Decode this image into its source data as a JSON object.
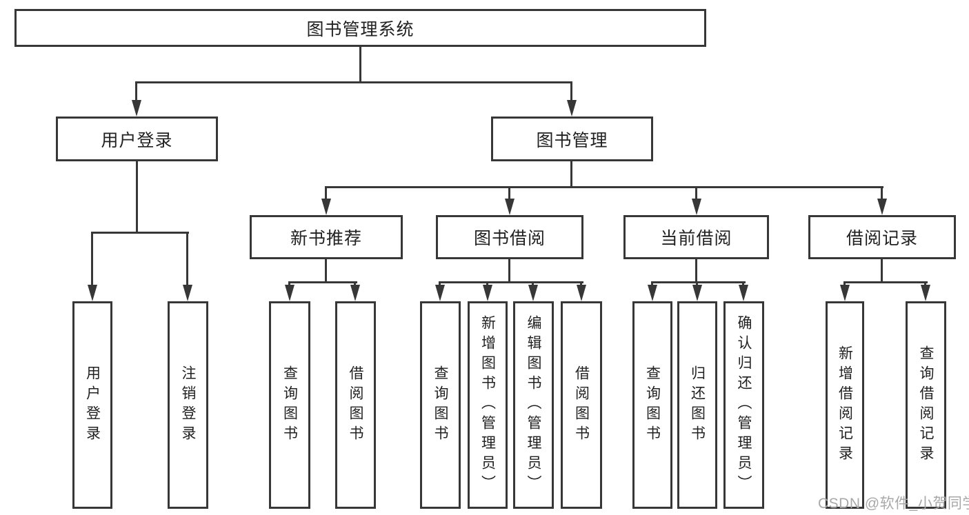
{
  "diagram": {
    "root": {
      "label": "图书管理系统"
    },
    "branches": [
      {
        "label": "用户登录",
        "children": [
          "用户登录",
          "注销登录"
        ]
      },
      {
        "label": "图书管理",
        "children": [
          {
            "label": "新书推荐",
            "children": [
              "查询图书",
              "借阅图书"
            ]
          },
          {
            "label": "图书借阅",
            "children": [
              "查询图书",
              "新增图书（管理员）",
              "编辑图书（管理员）",
              "借阅图书"
            ]
          },
          {
            "label": "当前借阅",
            "children": [
              "查询图书",
              "归还图书",
              "确认归还（管理员）"
            ]
          },
          {
            "label": "借阅记录",
            "children": [
              "新增借阅记录",
              "查询借阅记录"
            ]
          }
        ]
      }
    ]
  },
  "watermark": {
    "text": "CSDN @软件_小贺同学"
  },
  "colors": {
    "background": "#ffffff",
    "box_border": "#373737",
    "line": "#373737",
    "text": "#212121",
    "watermark": "#a8a8a8"
  }
}
